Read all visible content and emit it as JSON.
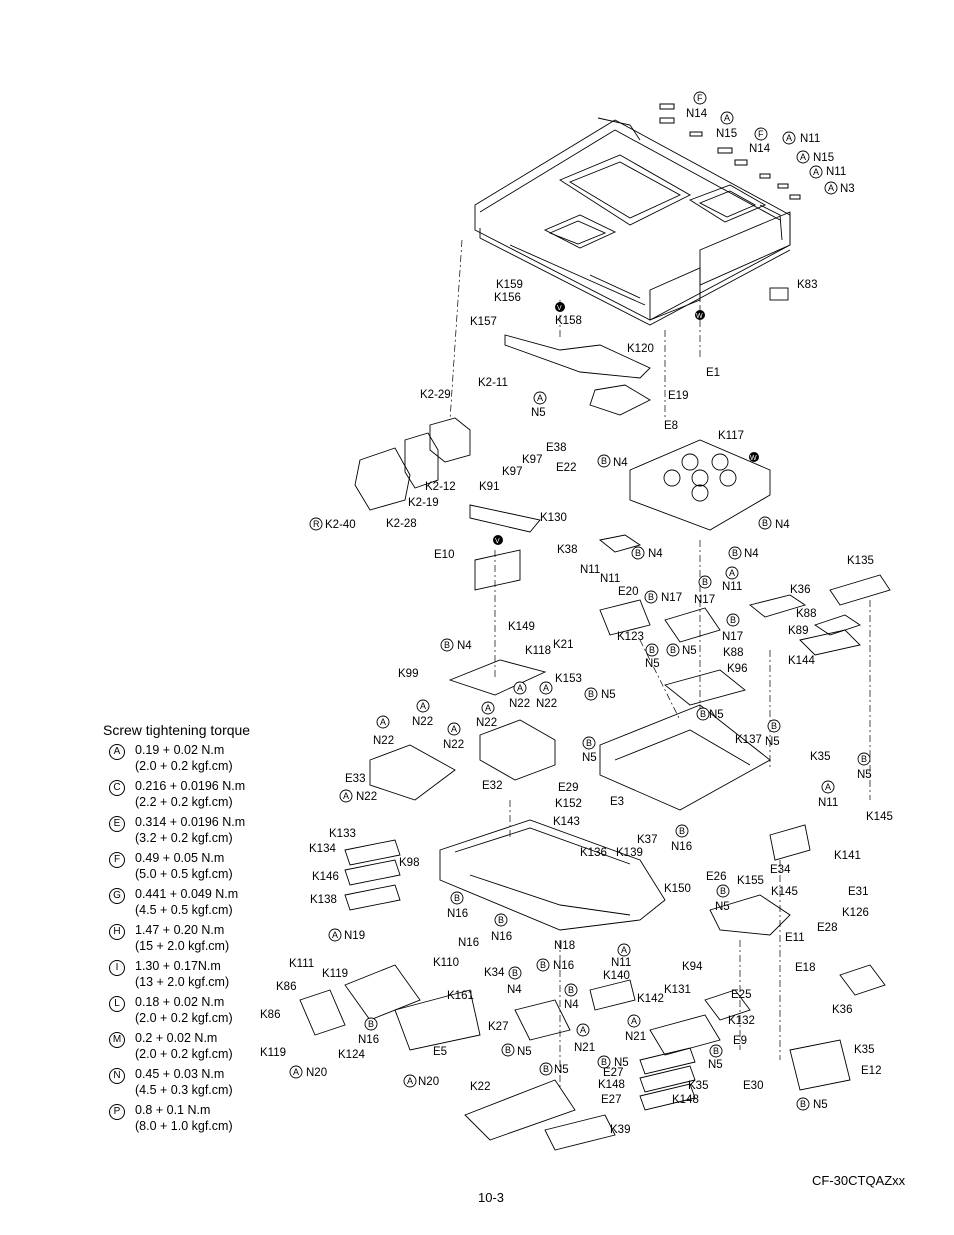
{
  "torque": {
    "title": "Screw tightening torque",
    "items": [
      {
        "letter": "A",
        "line1": "0.19 + 0.02 N.m",
        "line2": "(2.0 + 0.2 kgf.cm)"
      },
      {
        "letter": "C",
        "line1": "0.216 + 0.0196 N.m",
        "line2": "(2.2 + 0.2 kgf.cm)"
      },
      {
        "letter": "E",
        "line1": "0.314 + 0.0196 N.m",
        "line2": "(3.2 + 0.2 kgf.cm)"
      },
      {
        "letter": "F",
        "line1": "0.49 + 0.05 N.m",
        "line2": "(5.0 + 0.5 kgf.cm)"
      },
      {
        "letter": "G",
        "line1": "0.441 + 0.049 N.m",
        "line2": "(4.5 + 0.5 kgf.cm)"
      },
      {
        "letter": "H",
        "line1": "1.47 + 0.20 N.m",
        "line2": "(15 + 2.0 kgf.cm)"
      },
      {
        "letter": "I",
        "line1": "1.30 + 0.17N.m",
        "line2": "(13 + 2.0 kgf.cm)"
      },
      {
        "letter": "L",
        "line1": "0.18 + 0.02 N.m",
        "line2": "(2.0 + 0.2 kgf.cm)"
      },
      {
        "letter": "M",
        "line1": "0.2 + 0.02 N.m",
        "line2": "(2.0 + 0.2 kgf.cm)"
      },
      {
        "letter": "N",
        "line1": "0.45 + 0.03 N.m",
        "line2": "(4.5 + 0.3 kgf.cm)"
      },
      {
        "letter": "P",
        "line1": "0.8 + 0.1 N.m",
        "line2": "(8.0 + 1.0 kgf.cm)"
      }
    ]
  },
  "footer": {
    "page": "10-3",
    "model": "CF-30CTQAZxx"
  },
  "labels": {
    "N14": "N14",
    "N15": "N15",
    "N11": "N11",
    "N3": "N3",
    "N4": "N4",
    "N5": "N5",
    "N16": "N16",
    "N17": "N17",
    "N18": "N18",
    "N19": "N19",
    "N20": "N20",
    "N21": "N21",
    "N22": "N22",
    "K83": "K83",
    "K159": "K159",
    "K156": "K156",
    "K157": "K157",
    "K158": "K158",
    "K120": "K120",
    "E1": "E1",
    "E19": "E19",
    "E8": "E8",
    "K2-29": "K2-29",
    "K2-11": "K2-11",
    "K2-12": "K2-12",
    "K2-19": "K2-19",
    "K2-28": "K2-28",
    "K2-40": "K2-40",
    "K91": "K91",
    "K97": "K97",
    "E38": "E38",
    "E22": "E22",
    "K117": "K117",
    "K130": "K130",
    "E10": "E10",
    "K38": "K38",
    "K135": "K135",
    "K36": "K36",
    "K88": "K88",
    "K89": "K89",
    "K149": "K149",
    "E20": "E20",
    "K123": "K123",
    "K21": "K21",
    "K118": "K118",
    "K96": "K96",
    "K144": "K144",
    "K99": "K99",
    "K153": "K153",
    "K137": "K137",
    "K35": "K35",
    "E33": "E33",
    "E32": "E32",
    "E29": "E29",
    "E3": "E3",
    "K152": "K152",
    "K143": "K143",
    "K145": "K145",
    "K133": "K133",
    "K134": "K134",
    "K98": "K98",
    "K136": "K136",
    "K139": "K139",
    "K37": "K37",
    "K141": "K141",
    "E34": "E34",
    "K146": "K146",
    "K150": "K150",
    "E26": "E26",
    "K155": "K155",
    "E31": "E31",
    "K138": "K138",
    "K126": "K126",
    "E28": "E28",
    "E11": "E11",
    "K111": "K111",
    "K119": "K119",
    "K110": "K110",
    "K86": "K86",
    "K34": "K34",
    "K161": "K161",
    "K140": "K140",
    "K94": "K94",
    "K142": "K142",
    "K131": "K131",
    "E18": "E18",
    "E25": "E25",
    "K132": "K132",
    "K124": "K124",
    "E5": "E5",
    "K27": "K27",
    "E9": "E9",
    "E27": "E27",
    "K148": "K148",
    "E30": "E30",
    "E12": "E12",
    "K22": "K22",
    "K39": "K39"
  },
  "circle_letters": {
    "A": "A",
    "B": "B",
    "F": "F",
    "R": "R",
    "V": "V",
    "W": "W"
  }
}
